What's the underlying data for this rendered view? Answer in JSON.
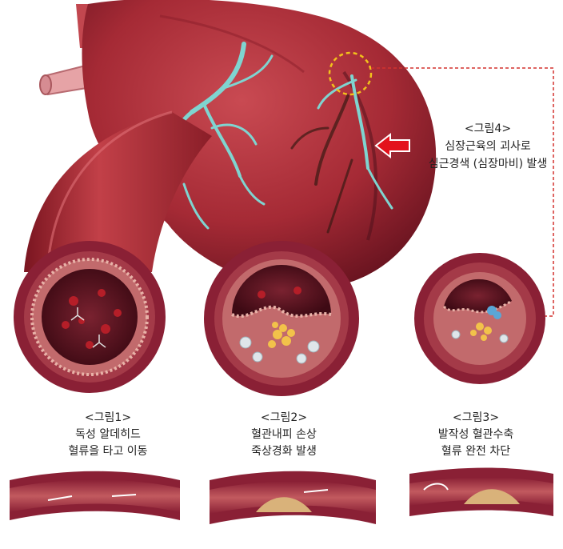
{
  "labels": {
    "fig4": {
      "title": "<그림4>",
      "line1": "심장근육의 괴사로",
      "line2": "심근경색 (심장마비) 발생"
    },
    "fig1": {
      "title": "<그림1>",
      "line1": "독성 알데히드",
      "line2": "혈류을 타고 이동"
    },
    "fig2": {
      "title": "<그림2>",
      "line1": "혈관내피 손상",
      "line2": "죽상경화 발생"
    },
    "fig3": {
      "title": "<그림3>",
      "line1": "발작성 혈관수축",
      "line2": "혈류 완전 차단"
    }
  },
  "icons": {
    "heart": "heart-illustration",
    "vessel": "coronary-artery",
    "arrow": "red-arrow-icon",
    "highlight": "dashed-circle-highlight"
  },
  "colors": {
    "heart": "#b0323a",
    "artery": "#7fd4d0",
    "vessel_wall": "#8a2035",
    "highlight": "#f2c21b",
    "arrow": "#e3121c",
    "dashed_line": "#d3322f"
  }
}
